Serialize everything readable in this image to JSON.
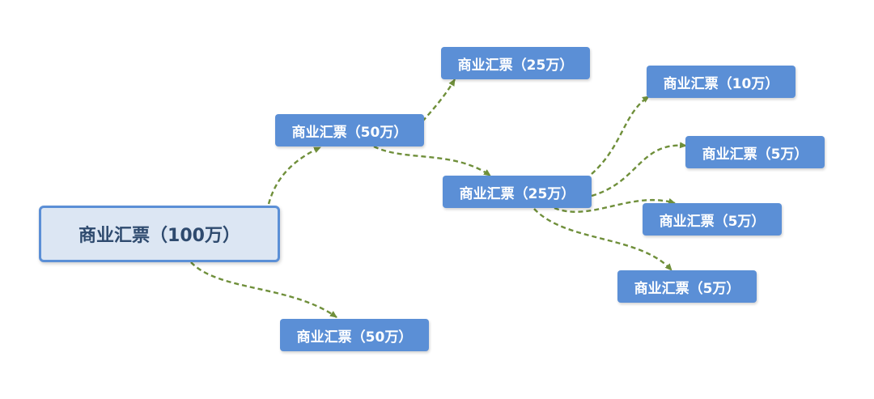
{
  "nodes": {
    "root": "商业汇票（100万）",
    "a": "商业汇票（50万）",
    "b": "商业汇票（50万）",
    "a1": "商业汇票（25万）",
    "a2": "商业汇票（25万）",
    "c1": "商业汇票（10万）",
    "c2": "商业汇票（5万）",
    "c3": "商业汇票（5万）",
    "c4": "商业汇票（5万）"
  },
  "colors": {
    "node_fill": "#5b8fd6",
    "root_fill": "#dce6f3",
    "root_border": "#5b8fd6",
    "root_text": "#2e4a6e",
    "edge": "#6f8f3a"
  }
}
